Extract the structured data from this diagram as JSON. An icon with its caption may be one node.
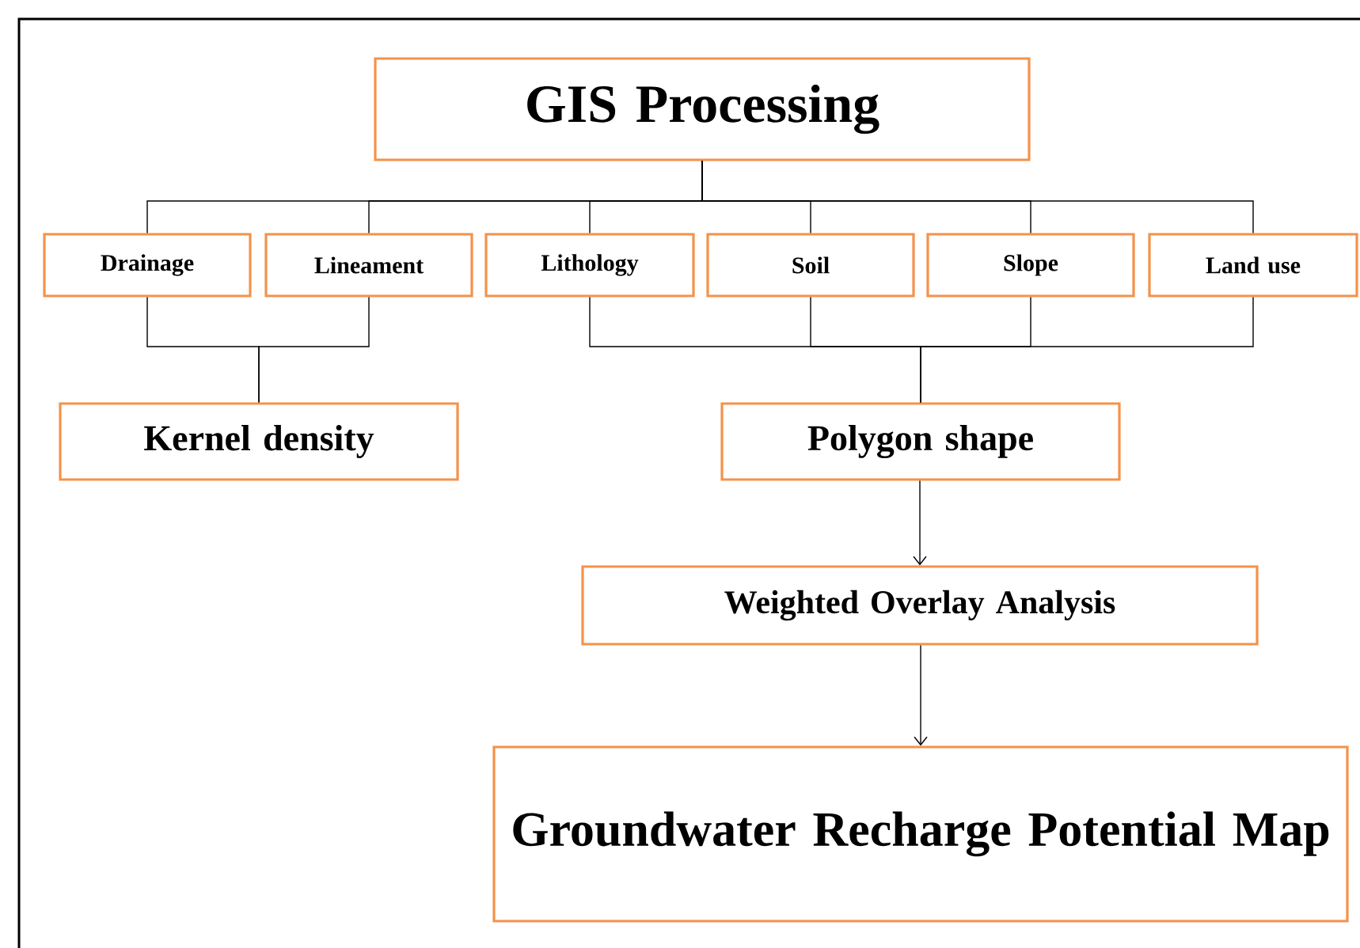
{
  "diagram": {
    "nodes": [
      {
        "text": [
          "GIS Processing"
        ]
      },
      {
        "text": [
          "Drainage"
        ]
      },
      {
        "text": [
          "Lineament"
        ]
      },
      {
        "text": [
          "Lithology"
        ]
      },
      {
        "text": [
          "Soil"
        ]
      },
      {
        "text": [
          "Slope"
        ]
      },
      {
        "text": [
          "Land use"
        ]
      },
      {
        "text": [
          "Kernel density"
        ]
      },
      {
        "text": [
          "Polygon shape"
        ]
      },
      {
        "text": [
          "Weighted Overlay Analysis"
        ]
      },
      {
        "text": [
          "Groundwater Recharge Potential Map"
        ]
      }
    ],
    "edges": [
      {
        "from": 0,
        "to": 1,
        "arrow": "none"
      },
      {
        "from": 0,
        "to": 2,
        "arrow": "none"
      },
      {
        "from": 0,
        "to": 3,
        "arrow": "none"
      },
      {
        "from": 0,
        "to": 4,
        "arrow": "none"
      },
      {
        "from": 0,
        "to": 5,
        "arrow": "none"
      },
      {
        "from": 0,
        "to": 6,
        "arrow": "none"
      },
      {
        "from": 1,
        "to": 7,
        "arrow": "none"
      },
      {
        "from": 2,
        "to": 7,
        "arrow": "none"
      },
      {
        "from": 3,
        "to": 8,
        "arrow": "none"
      },
      {
        "from": 4,
        "to": 8,
        "arrow": "none"
      },
      {
        "from": 5,
        "to": 8,
        "arrow": "none"
      },
      {
        "from": 6,
        "to": 8,
        "arrow": "none"
      },
      {
        "from": 8,
        "to": 9,
        "arrow": "to"
      },
      {
        "from": 9,
        "to": 10,
        "arrow": "to"
      }
    ]
  }
}
